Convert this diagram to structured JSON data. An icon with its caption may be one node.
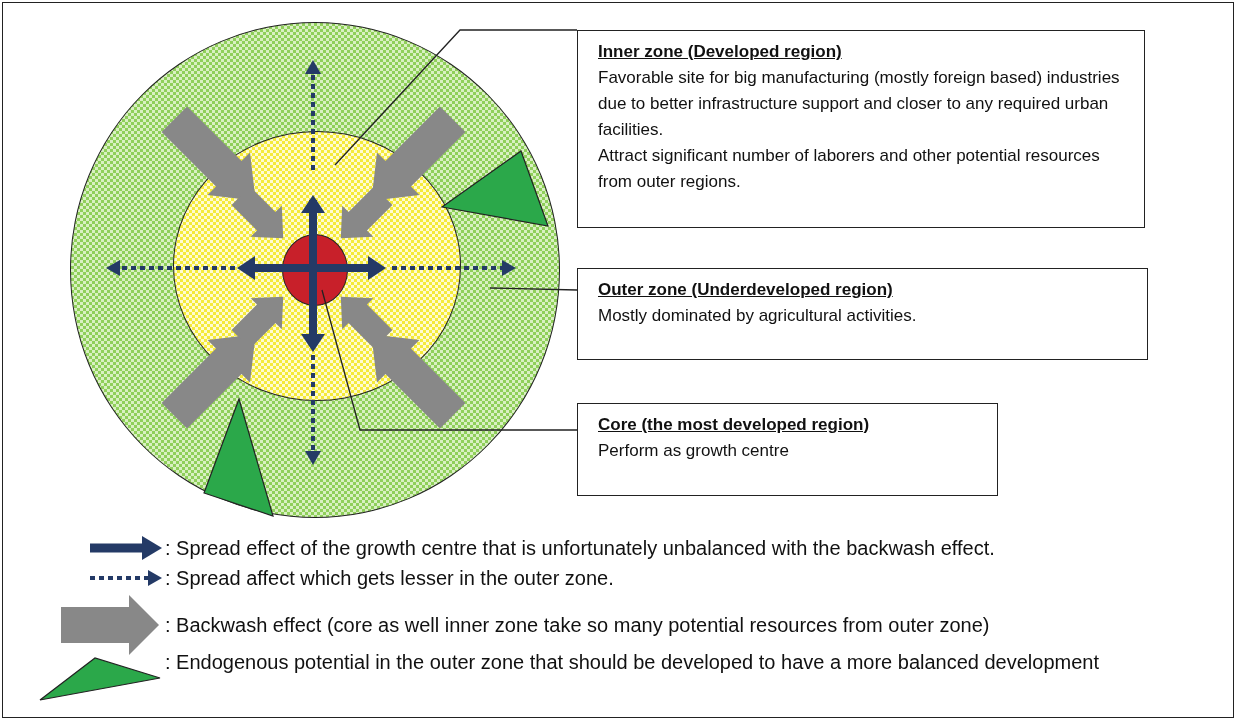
{
  "diagram": {
    "nodes": [
      {
        "text": [],
        "shape": "circle"
      },
      {
        "text": [],
        "shape": "circle",
        "in": 0
      },
      {
        "text": [],
        "shape": "circle",
        "in": 1
      },
      {
        "text": [
          "Inner zone (Developed region)",
          "Favorable site for big manufacturing (mostly foreign based) industries due to better infrastructure support and closer to any required urban facilities.",
          "Attract significant number of laborers and other potential resources from outer regions."
        ]
      },
      {
        "text": [
          "Outer zone (Underdeveloped region)",
          "Mostly dominated by agricultural activities."
        ]
      },
      {
        "text": [
          "Core (the most developed region)",
          "Perform as growth centre"
        ]
      },
      {
        "text": [],
        "shape": "triangle",
        "in": 0
      },
      {
        "text": [],
        "shape": "triangle",
        "in": 0
      }
    ],
    "edges": [
      {
        "from": 3,
        "to": 1,
        "arrow": "none"
      },
      {
        "from": 4,
        "to": 0,
        "arrow": "none"
      },
      {
        "from": 5,
        "to": 2,
        "arrow": "none"
      }
    ],
    "legend": [
      {
        "text": ": Spread effect of the growth centre that is unfortunately unbalanced with the backwash effect."
      },
      {
        "text": ": Spread affect which gets lesser in the outer zone."
      },
      {
        "text": ": Backwash effect (core as well inner zone take so many potential resources from outer zone)"
      },
      {
        "text": ": Endogenous potential in the outer zone that should be developed to have a more balanced development"
      }
    ]
  }
}
